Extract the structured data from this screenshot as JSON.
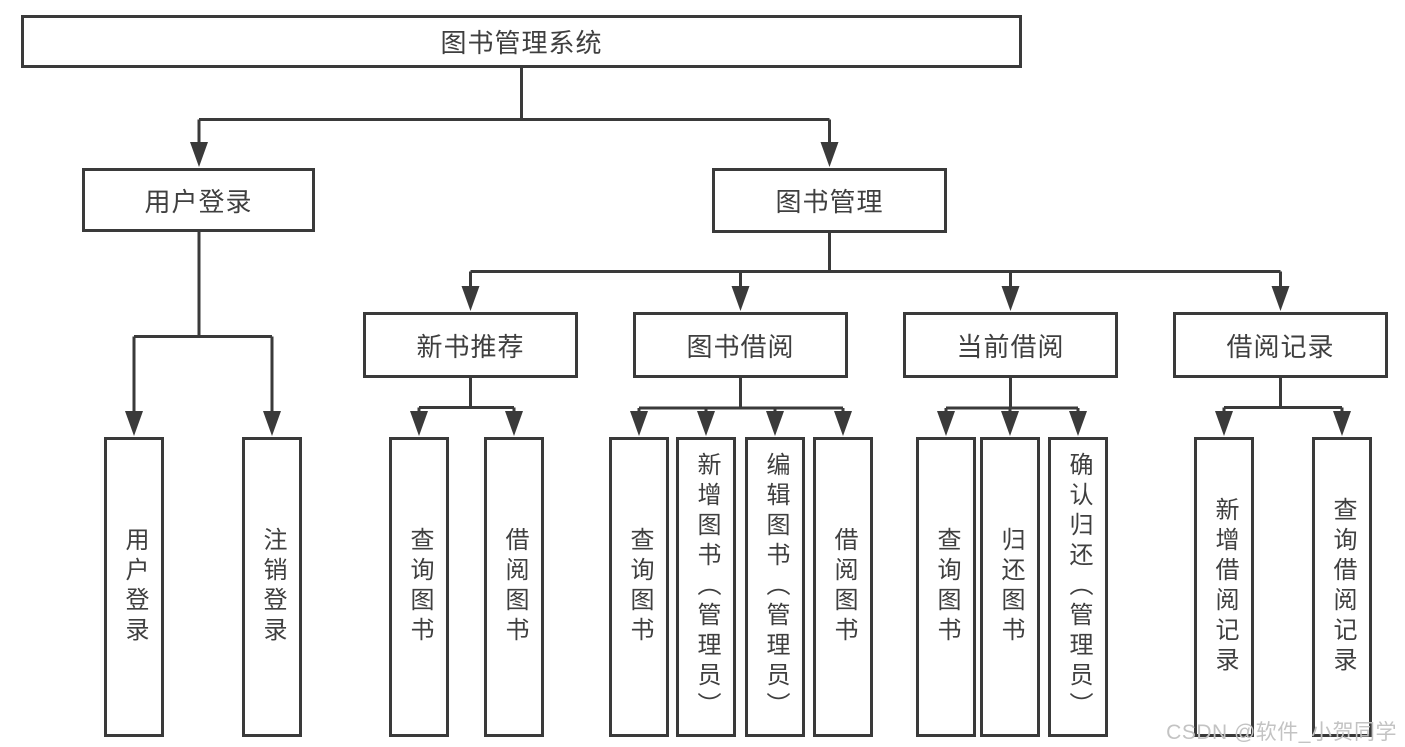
{
  "diagram": {
    "type": "hierarchy-tree",
    "root": "图书管理系统",
    "branches": {
      "user_login": {
        "label": "用户登录",
        "children": [
          "用户登录",
          "注销登录"
        ]
      },
      "book_management": {
        "label": "图书管理",
        "children": {
          "new_book_recommend": {
            "label": "新书推荐",
            "children": [
              "查询图书",
              "借阅图书"
            ]
          },
          "book_borrowing": {
            "label": "图书借阅",
            "children": [
              "查询图书",
              "新增图书（管理员）",
              "编辑图书（管理员）",
              "借阅图书"
            ]
          },
          "current_borrowing": {
            "label": "当前借阅",
            "children": [
              "查询图书",
              "归还图书",
              "确认归还（管理员）"
            ]
          },
          "borrowing_records": {
            "label": "借阅记录",
            "children": [
              "新增借阅记录",
              "查询借阅记录"
            ]
          }
        }
      }
    }
  },
  "watermark": {
    "text": "CSDN @软件_小贺同学",
    "color": "#c3c3c3"
  },
  "colors": {
    "line": "#3a3a3a",
    "border": "#3a3a3a",
    "text": "#3f3f3f",
    "background": "#ffffff"
  }
}
